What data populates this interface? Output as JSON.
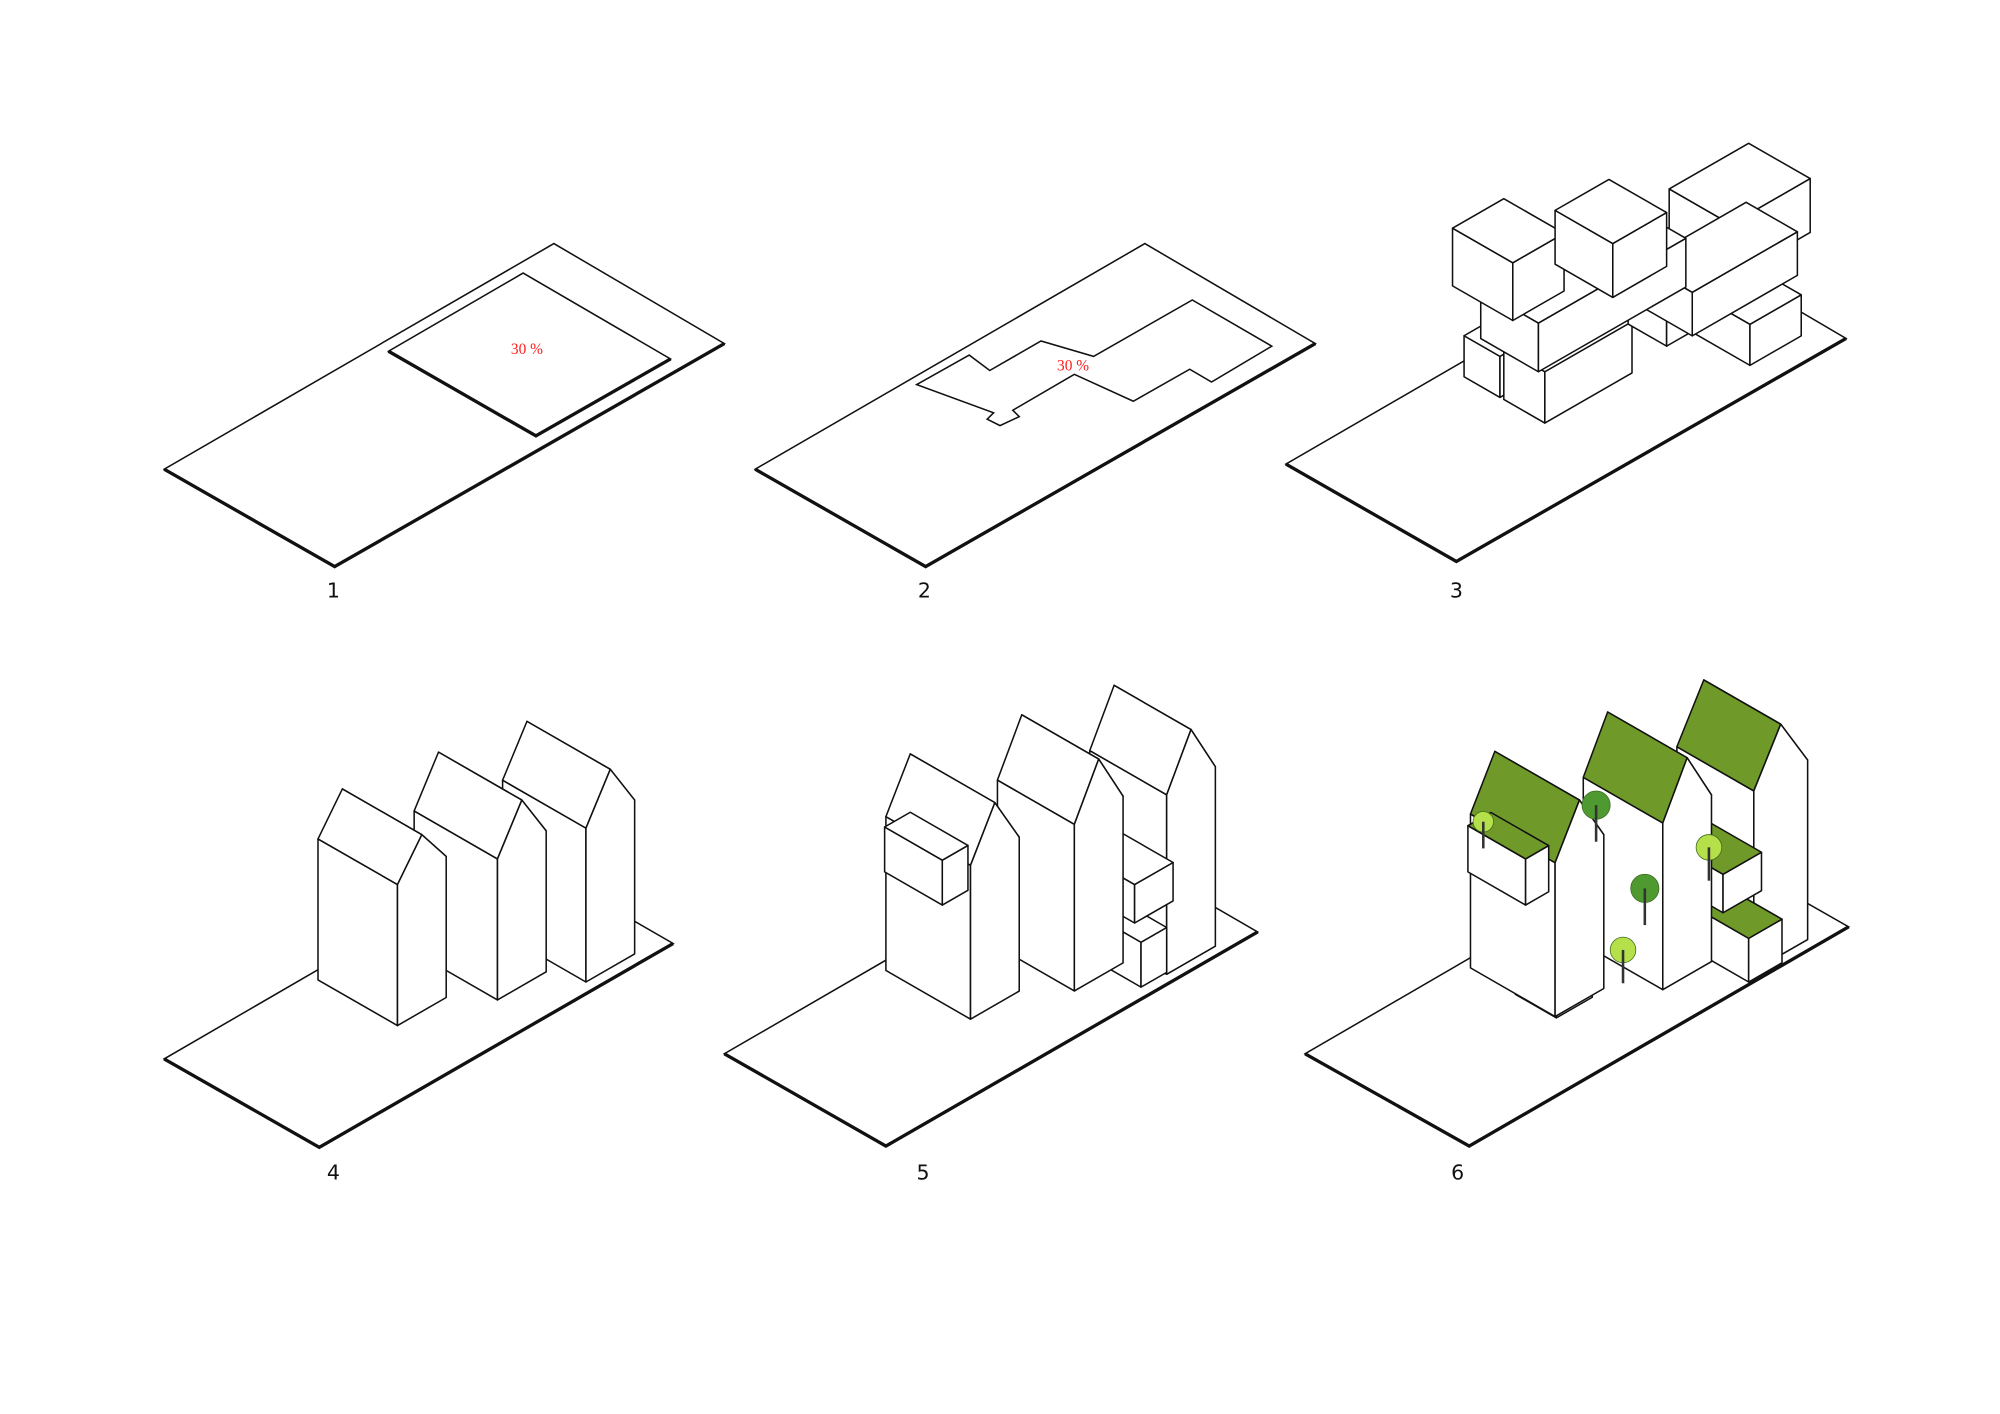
{
  "colors": {
    "annotation": "#ff1a1a",
    "green": "#6f9a2a",
    "tree_light": "#b5e04a",
    "tree_dark": "#4f9a30"
  },
  "steps": [
    {
      "label": "1",
      "annotation": "30 %"
    },
    {
      "label": "2",
      "annotation": "30 %"
    },
    {
      "label": "3"
    },
    {
      "label": "4"
    },
    {
      "label": "5"
    },
    {
      "label": "6"
    }
  ]
}
